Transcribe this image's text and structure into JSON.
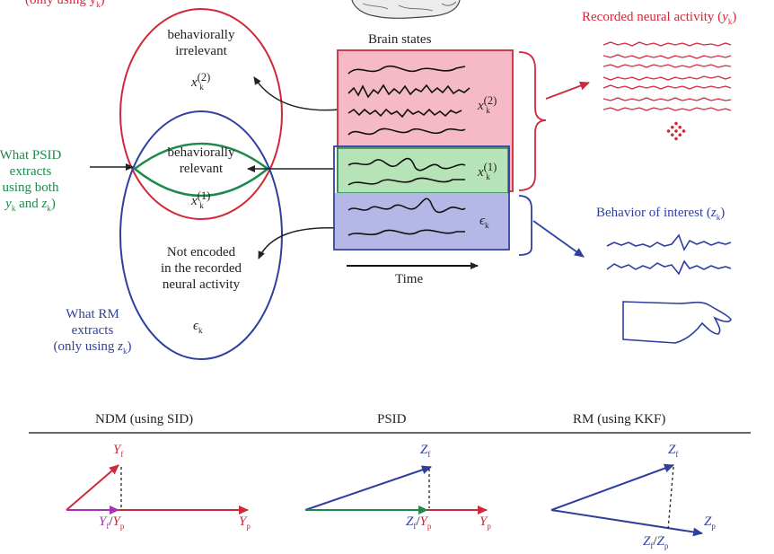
{
  "venn": {
    "top_left_caption_partial": "(only using y",
    "top_left_caption_sub": "k",
    "top_left_caption_close": ")",
    "irrelevant_l1": "behaviorally",
    "irrelevant_l2": "irrelevant",
    "x2_var": "x",
    "x2_sup": "(2)",
    "x2_sub": "k",
    "relevant_l1": "behaviorally",
    "relevant_l2": "relevant",
    "x1_var": "x",
    "x1_sup": "(1)",
    "x1_sub": "k",
    "not_encoded_l1": "Not encoded",
    "not_encoded_l2": "in the recorded",
    "not_encoded_l3": "neural activity",
    "eps_var": "ϵ",
    "eps_sub": "k",
    "psid_l1": "What PSID",
    "psid_l2": "extracts",
    "psid_l3": "using both",
    "psid_l4_a": "y",
    "psid_l4_sub1": "k",
    "psid_l4_b": " and ",
    "psid_l4_c": "z",
    "psid_l4_sub2": "k",
    "psid_l4_d": ")",
    "rm_l1": "What RM",
    "rm_l2": "extracts",
    "rm_l3_a": "(only using ",
    "rm_l3_var": "z",
    "rm_l3_sub": "k",
    "rm_l3_close": ")"
  },
  "brain": {
    "title": "Brain states",
    "x2_var": "x",
    "x2_sup": "(2)",
    "x2_sub": "k",
    "x1_var": "x",
    "x1_sup": "(1)",
    "x1_sub": "k",
    "eps_var": "ϵ",
    "eps_sub": "k",
    "time_label": "Time"
  },
  "right": {
    "neural_label": "Recorded neural activity (",
    "neural_var": "y",
    "neural_sub": "k",
    "neural_close": ")",
    "behavior_label": "Behavior of interest (",
    "behavior_var": "z",
    "behavior_sub": "k",
    "behavior_close": ")"
  },
  "bottom": {
    "ndm_title": "NDM (using SID)",
    "psid_title": "PSID",
    "rm_title": "RM (using KKF)",
    "ndm": {
      "yf": "Y",
      "yf_sub": "f",
      "proj": "Y",
      "proj_sub": "f",
      "slash": "/",
      "proj2": "Y",
      "proj2_sub": "p",
      "yp": "Y",
      "yp_sub": "p"
    },
    "psid": {
      "zf": "Z",
      "zf_sub": "f",
      "proj": "Z",
      "proj_sub": "f",
      "slash": "/",
      "proj2": "Y",
      "proj2_sub": "p",
      "yp": "Y",
      "yp_sub": "p"
    },
    "rm": {
      "zf": "Z",
      "zf_sub": "f",
      "zp": "Z",
      "zp_sub": "p",
      "proj": "Z",
      "proj_sub": "f",
      "slash": "/",
      "proj2": "Z",
      "proj2_sub": "p"
    }
  },
  "colors": {
    "red": "#d0293b",
    "green": "#1e8a4a",
    "blue": "#2f3f9e",
    "pink_fill": "#f6b9c6",
    "green_fill": "#b6e3b7",
    "blue_fill": "#b5b8e6",
    "magenta": "#a632b6"
  }
}
